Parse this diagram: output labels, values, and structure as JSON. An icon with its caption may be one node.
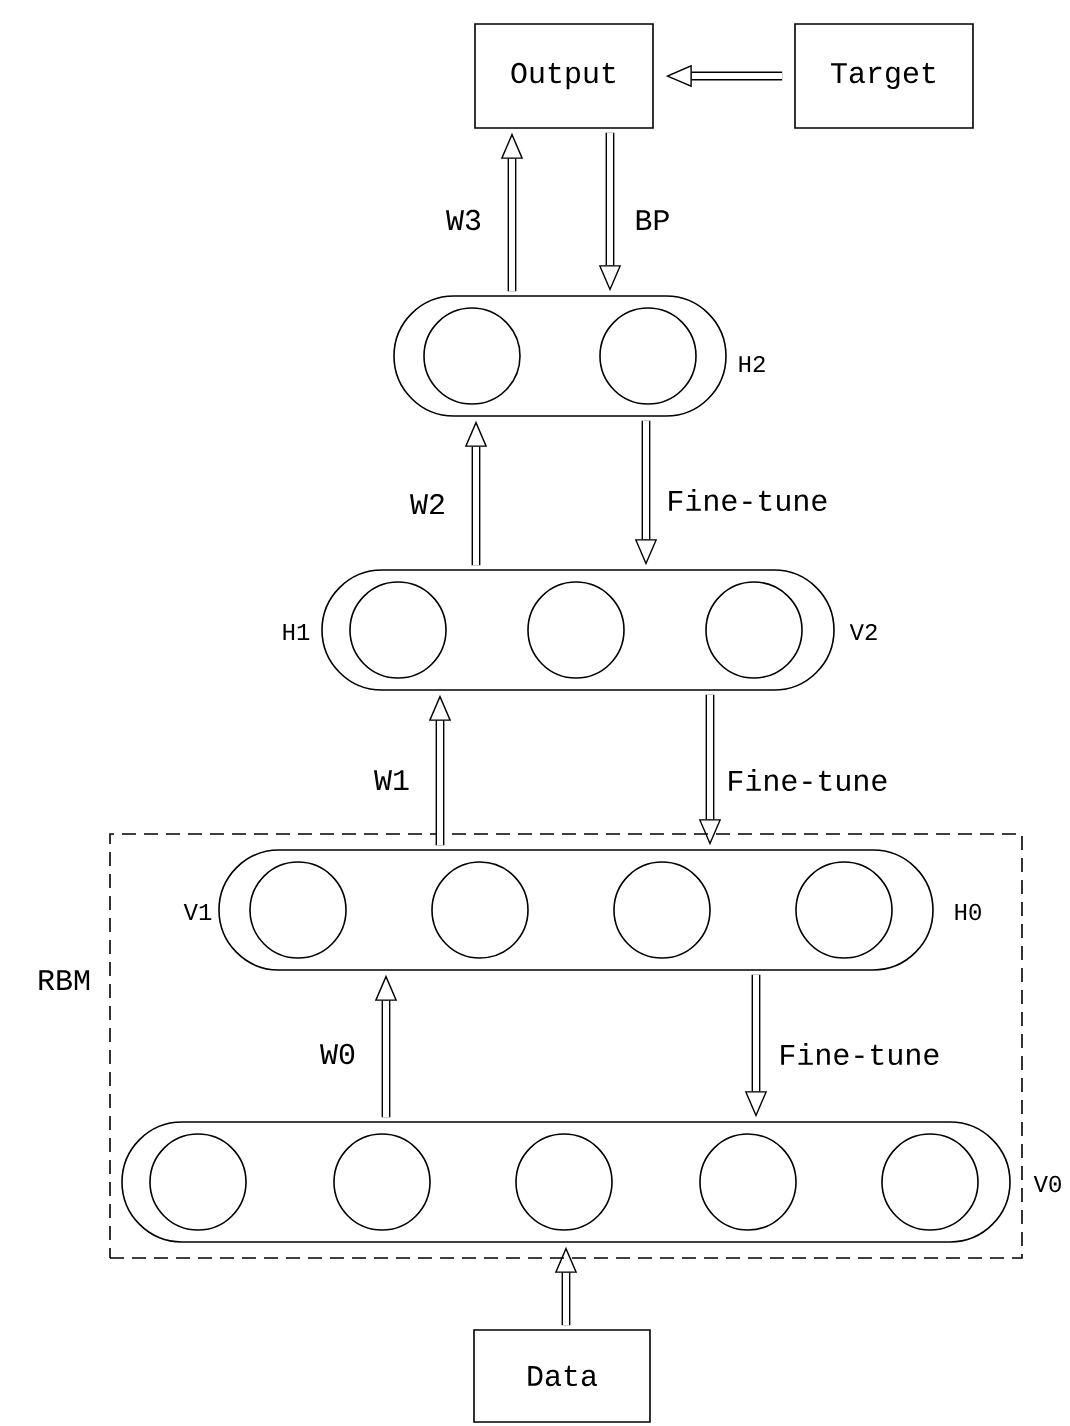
{
  "diagram": {
    "nodes": [
      {
        "text": [
          "Output"
        ]
      },
      {
        "text": [
          "Target"
        ]
      },
      {
        "text": [
          "RBM"
        ]
      },
      {
        "text": [],
        "shape": "capsule",
        "beside": [
          "H2"
        ]
      },
      {
        "text": [],
        "shape": "circle",
        "in": 3
      },
      {
        "text": [],
        "shape": "circle",
        "in": 3
      },
      {
        "text": [],
        "shape": "capsule",
        "beside": [
          "H1",
          "V2"
        ]
      },
      {
        "text": [],
        "shape": "circle",
        "in": 6
      },
      {
        "text": [],
        "shape": "circle",
        "in": 6
      },
      {
        "text": [],
        "shape": "circle",
        "in": 6
      },
      {
        "text": [],
        "shape": "capsule",
        "beside": [
          "V1",
          "H0"
        ],
        "in": 2
      },
      {
        "text": [],
        "shape": "circle",
        "in": 10
      },
      {
        "text": [],
        "shape": "circle",
        "in": 10
      },
      {
        "text": [],
        "shape": "circle",
        "in": 10
      },
      {
        "text": [],
        "shape": "circle",
        "in": 10
      },
      {
        "text": [],
        "shape": "capsule",
        "beside": [
          "V0"
        ],
        "in": 2
      },
      {
        "text": [],
        "shape": "circle",
        "in": 15
      },
      {
        "text": [],
        "shape": "circle",
        "in": 15
      },
      {
        "text": [],
        "shape": "circle",
        "in": 15
      },
      {
        "text": [],
        "shape": "circle",
        "in": 15
      },
      {
        "text": [],
        "shape": "circle",
        "in": 15
      },
      {
        "text": [
          "Data"
        ]
      }
    ],
    "edges": [
      {
        "from": 1,
        "to": 0,
        "arrow": "to"
      },
      {
        "from": 3,
        "to": 0,
        "arrow": "to",
        "label": "W3"
      },
      {
        "from": 0,
        "to": 3,
        "arrow": "to",
        "label": "BP"
      },
      {
        "from": 6,
        "to": 3,
        "arrow": "to",
        "label": "W2"
      },
      {
        "from": 3,
        "to": 6,
        "arrow": "to",
        "label": "Fine-tune"
      },
      {
        "from": 10,
        "to": 6,
        "arrow": "to",
        "label": "W1"
      },
      {
        "from": 6,
        "to": 10,
        "arrow": "to",
        "label": "Fine-tune"
      },
      {
        "from": 15,
        "to": 10,
        "arrow": "to",
        "label": "W0"
      },
      {
        "from": 10,
        "to": 15,
        "arrow": "to",
        "label": "Fine-tune"
      },
      {
        "from": 21,
        "to": 15,
        "arrow": "to"
      }
    ]
  }
}
